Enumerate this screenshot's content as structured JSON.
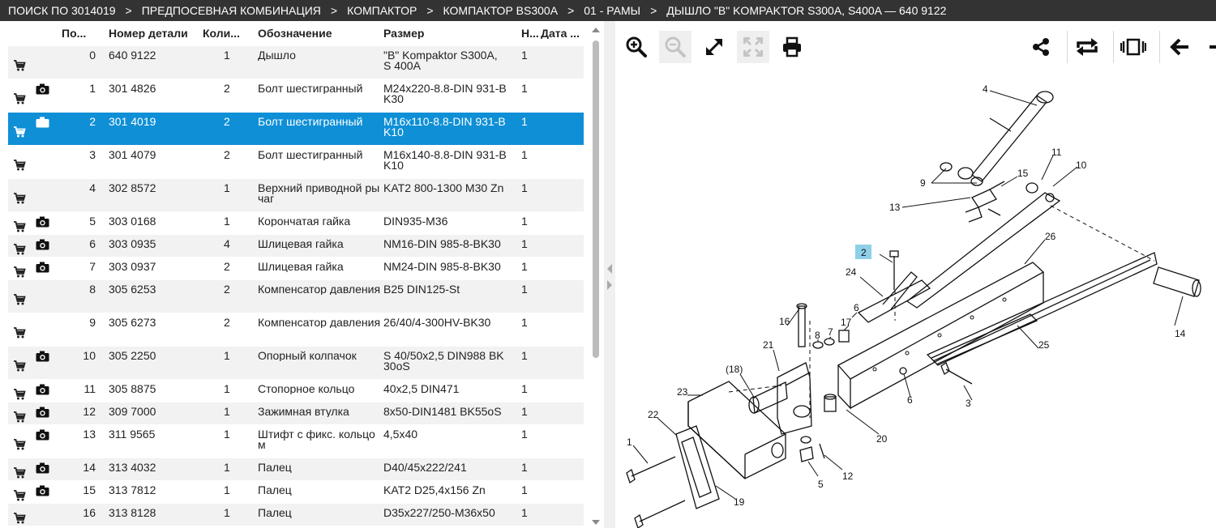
{
  "breadcrumbs": [
    "ПОИСК ПО 3014019",
    "ПРЕДПОСЕВНАЯ КОМБИНАЦИЯ",
    "КОМПАКТОР",
    "КОМПАКТОР BS300A",
    "01 - РАМЫ",
    "ДЫШЛО \"B\" KOMPAKTOR S300A, S400A — 640 9122"
  ],
  "breadcrumb_separator": ">",
  "table": {
    "headers": {
      "pos": "По...",
      "part_number": "Номер детали",
      "qty": "Коли...",
      "designation": "Обозначение",
      "size": "Размер",
      "n": "Н...",
      "date": "Дата ..."
    },
    "rows": [
      {
        "pos": "0",
        "part": "640 9122",
        "qty": "1",
        "name": "Дышло",
        "size": "\"B\" Kompaktor S300A, S 400A",
        "n": "1",
        "camera": false
      },
      {
        "pos": "1",
        "part": "301 4826",
        "qty": "2",
        "name": "Болт шестигранный",
        "size": "M24x220-8.8-DIN 931-B K30",
        "n": "1",
        "camera": true
      },
      {
        "pos": "2",
        "part": "301 4019",
        "qty": "2",
        "name": "Болт шестигранный",
        "size": "M16x110-8.8-DIN 931-B K10",
        "n": "1",
        "camera": true,
        "selected": true
      },
      {
        "pos": "3",
        "part": "301 4079",
        "qty": "2",
        "name": "Болт шестигранный",
        "size": "M16x140-8.8-DIN 931-B K10",
        "n": "1",
        "camera": false
      },
      {
        "pos": "4",
        "part": "302 8572",
        "qty": "1",
        "name": "Верхний приводной рычаг",
        "size": "KAT2 800-1300 M30 Zn",
        "n": "1",
        "camera": false
      },
      {
        "pos": "5",
        "part": "303 0168",
        "qty": "1",
        "name": "Корончатая гайка",
        "size": "DIN935-M36",
        "n": "1",
        "camera": true
      },
      {
        "pos": "6",
        "part": "303 0935",
        "qty": "4",
        "name": "Шлицевая гайка",
        "size": "NM16-DIN 985-8-BK30",
        "n": "1",
        "camera": true
      },
      {
        "pos": "7",
        "part": "303 0937",
        "qty": "2",
        "name": "Шлицевая гайка",
        "size": "NM24-DIN 985-8-BK30",
        "n": "1",
        "camera": true
      },
      {
        "pos": "8",
        "part": "305 6253",
        "qty": "2",
        "name": "Компенсатор давления",
        "size": "B25 DIN125-St",
        "n": "1",
        "camera": false
      },
      {
        "pos": "9",
        "part": "305 6273",
        "qty": "2",
        "name": "Компенсатор давления",
        "size": "26/40/4-300HV-BK30",
        "n": "1",
        "camera": false
      },
      {
        "pos": "10",
        "part": "305 2250",
        "qty": "1",
        "name": "Опорный колпачок",
        "size": "S 40/50x2,5 DIN988 BK30oS",
        "n": "1",
        "camera": true
      },
      {
        "pos": "11",
        "part": "305 8875",
        "qty": "1",
        "name": "Стопорное кольцо",
        "size": "40x2,5 DIN471",
        "n": "1",
        "camera": true
      },
      {
        "pos": "12",
        "part": "309 7000",
        "qty": "1",
        "name": "Зажимная втулка",
        "size": "8x50-DIN1481 BK55oS",
        "n": "1",
        "camera": true
      },
      {
        "pos": "13",
        "part": "311 9565",
        "qty": "1",
        "name": "Штифт с фикс. кольцом",
        "size": "4,5x40",
        "n": "1",
        "camera": true
      },
      {
        "pos": "14",
        "part": "313 4032",
        "qty": "1",
        "name": "Палец",
        "size": "D40/45x222/241",
        "n": "1",
        "camera": true
      },
      {
        "pos": "15",
        "part": "313 7812",
        "qty": "1",
        "name": "Палец",
        "size": "KAT2 D25,4x156 Zn",
        "n": "1",
        "camera": true
      },
      {
        "pos": "16",
        "part": "313 8128",
        "qty": "1",
        "name": "Палец",
        "size": "D35x227/250-M36x50",
        "n": "1",
        "camera": false
      }
    ]
  },
  "toolbar": {
    "left": [
      "zoom-in-icon",
      "zoom-out-icon",
      "fit-icon",
      "fullscreen-icon",
      "print-icon"
    ],
    "right": [
      "share-icon",
      "swap-icon",
      "filmstrip-icon",
      "arrow-left-icon",
      "arrow-right-icon"
    ]
  },
  "drawing": {
    "highlighted_callout": "2",
    "callouts": [
      "1",
      "2",
      "3",
      "4",
      "5",
      "6",
      "6",
      "7",
      "8",
      "9",
      "10",
      "11",
      "12",
      "13",
      "14",
      "15",
      "16",
      "17",
      "(18)",
      "19",
      "20",
      "21",
      "22",
      "23",
      "24",
      "25",
      "26"
    ]
  },
  "colors": {
    "breadcrumb_bg": "#333333",
    "selected_row": "#0e8fd6",
    "zebra_row": "#f2f2f2",
    "highlight_callout": "#8ecfea"
  }
}
